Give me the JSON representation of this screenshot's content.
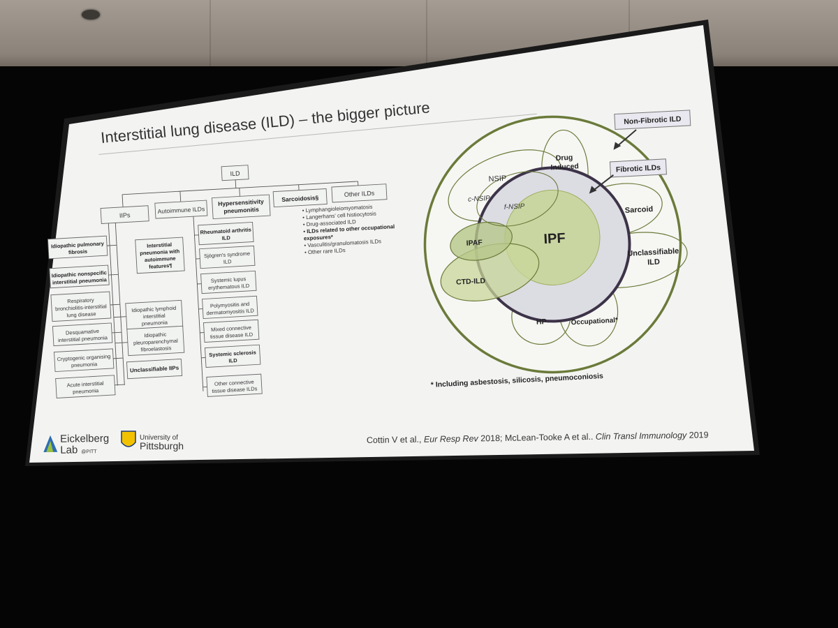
{
  "slide": {
    "title": "Interstitial lung disease (ILD) – the bigger picture",
    "citation": {
      "part1": "Cottin V et al., ",
      "journal1": "Eur Resp Rev",
      "part2": " 2018; McLean-Tooke A et al.. ",
      "journal2": "Clin Transl Immunology",
      "part3": " 2019"
    },
    "logos": {
      "eickelberg": {
        "line1": "Eickelberg",
        "line2": "Lab",
        "suffix": "@PITT"
      },
      "pitt": {
        "line1": "University of",
        "line2": "Pittsburgh"
      }
    }
  },
  "tree": {
    "root": "ILD",
    "categories": [
      "IIPs",
      "Autoimmune ILDs",
      "Hypersensitivity",
      "pneumonitis",
      "Sarcoidosis§",
      "Other ILDs"
    ],
    "iips": [
      [
        "Idiopathic pulmonary",
        "fibrosis"
      ],
      [
        "Idiopathic nonspecific",
        "interstitial pneumonia"
      ],
      [
        "Respiratory",
        "bronchiolitis-interstitial",
        "lung disease"
      ],
      [
        "Desquamative",
        "interstitial pneumonia"
      ],
      [
        "Cryptogenic organising",
        "pneumonia"
      ],
      [
        "Acute interstitial",
        "pneumonia"
      ]
    ],
    "rare_iips": [
      [
        "Idiopathic lymphoid",
        "interstitial",
        "pneumonia"
      ],
      [
        "Idiopathic",
        "pleuroparenchymal",
        "fibroelastosis"
      ]
    ],
    "unclassifiable_iips": "Unclassifiable IIPs",
    "ipaf_box": [
      "Interstitial",
      "pneumonia with",
      "autoimmune",
      "features¶"
    ],
    "autoimmune": [
      [
        "Rheumatoid arthritis",
        "ILD"
      ],
      [
        "Sjögren's syndrome",
        "ILD"
      ],
      [
        "Systemic lupus",
        "erythematous ILD"
      ],
      [
        "Polymyositis and",
        "dermatomyositis ILD"
      ],
      [
        "Mixed connective",
        "tissue disease ILD"
      ],
      [
        "Systemic sclerosis",
        "ILD"
      ],
      [
        "Other connective",
        "tissue disease ILDs"
      ]
    ],
    "other_list": [
      "Lymphangioleiomyomatosis",
      "Langerhans' cell histiocytosis",
      "Drug-associated ILD",
      "ILDs related to other occupational",
      "exposures*",
      "Vasculitis/granulomatosis ILDs",
      "Other rare ILDs"
    ]
  },
  "venn": {
    "non_fibrotic_label": "Non-Fibrotic ILD",
    "fibrotic_label": "Fibrotic ILDs",
    "center": "IPF",
    "drug_induced": [
      "Drug",
      "Induced"
    ],
    "nsip": "NSIP",
    "c_nsip": "c-NSIP",
    "f_nsip": "f-NSIP",
    "sarcoid": "Sarcoid",
    "ipaf": "IPAF",
    "unclassifiable": [
      "Unclassifiable",
      "ILD"
    ],
    "ctd_ild": "CTD-ILD",
    "hp": "HP",
    "occupational": "Occupational*",
    "footnote": "* Including asbestosis, silicosis, pneumoconiosis"
  },
  "colors": {
    "slide_bg": "#f3f4f2",
    "olive": "#6b7a3a",
    "light_green": "#c8d59a",
    "purple_ring": "#4a3d5c"
  }
}
